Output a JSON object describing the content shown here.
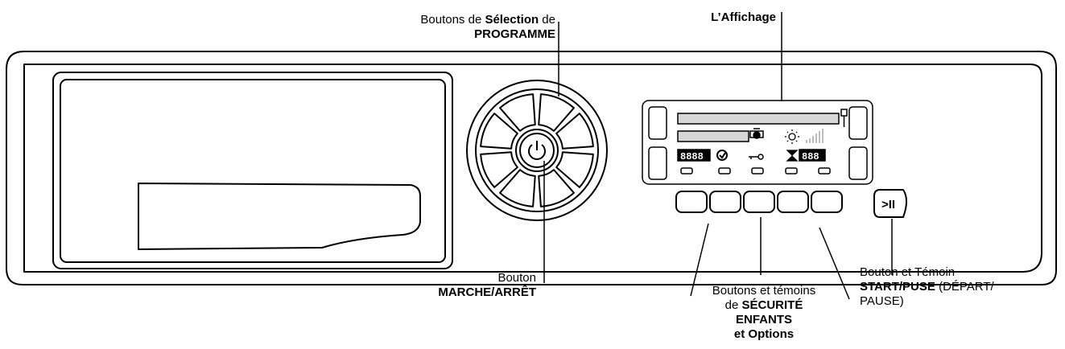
{
  "labels": {
    "programme": {
      "line1_pre": "Boutons de ",
      "line1_bold": "Sélection",
      "line1_post": " de",
      "line2_bold": "PROGRAMME"
    },
    "display": {
      "bold": "L’Affichage"
    },
    "power": {
      "line1": "Bouton",
      "line2_bold": "MARCHE/ARRÊT"
    },
    "options": {
      "line1": "Boutons et témoins",
      "line2_pre": "de ",
      "line2_bold": "SÉCURITÉ",
      "line3_bold": "ENFANTS",
      "line4_bold": "et Options"
    },
    "start": {
      "line1": "Bouton et Témoin",
      "line2_bold": "START/PUSE",
      "line2_post": " (DÉPART/",
      "line3": "PAUSE)"
    }
  },
  "display_panel": {
    "digits_left": "8888",
    "digits_right": "888",
    "icons": [
      "start-delay-icon",
      "sun-icon",
      "signal-bars-icon",
      "key-icon",
      "hourglass-icon",
      "sensor-icon",
      "temperature-icon"
    ]
  },
  "start_button": {
    "symbol": ">II"
  },
  "power_button": {
    "symbol": "⏻"
  }
}
